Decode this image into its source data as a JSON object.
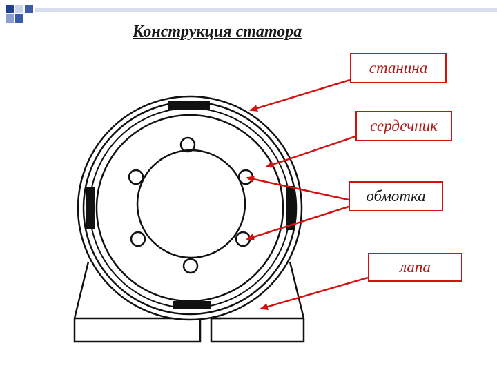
{
  "title": "Конструкция статора",
  "labels": {
    "stanina": "станина",
    "serdechnik": "сердечник",
    "obmotka": "обмотка",
    "lapa": "лапа"
  },
  "colors": {
    "accent": "#d41111",
    "deco_squares": [
      "#1f3f8f",
      "#3b5aa8",
      "#8c9fd0",
      "#c8d2ea"
    ]
  }
}
